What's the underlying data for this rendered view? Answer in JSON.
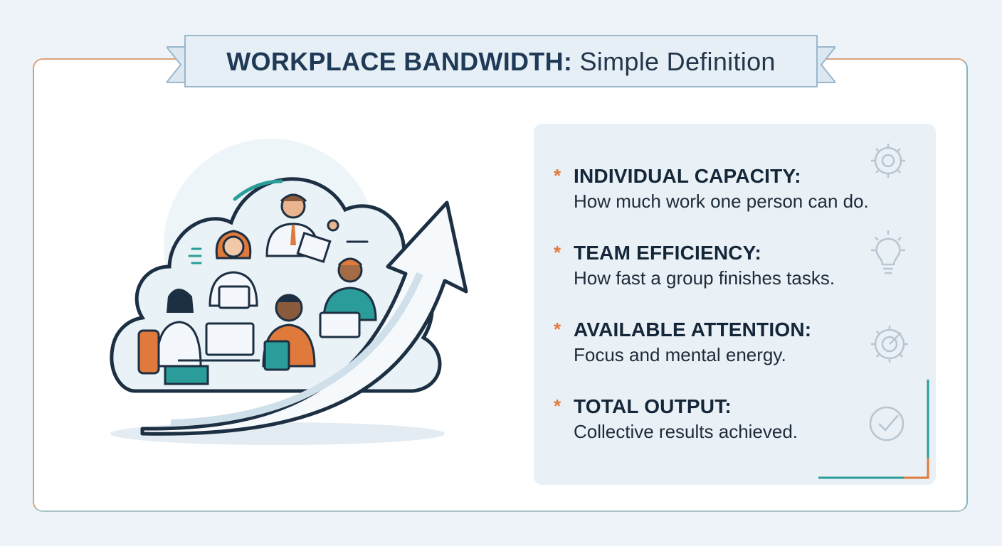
{
  "banner": {
    "title_bold": "WORKPLACE BANDWIDTH:",
    "title_rest": "Simple Definition"
  },
  "definitions": [
    {
      "title": "INDIVIDUAL CAPACITY:",
      "description": "How much work one person can do.",
      "icon": "gear-icon"
    },
    {
      "title": "TEAM EFFICIENCY:",
      "description": "How fast a group finishes tasks.",
      "icon": "lightbulb-icon"
    },
    {
      "title": "AVAILABLE ATTENTION:",
      "description": "Focus and mental energy.",
      "icon": "gear-target-icon"
    },
    {
      "title": "TOTAL OUTPUT:",
      "description": "Collective results achieved.",
      "icon": "checkmark-circle-icon"
    }
  ],
  "colors": {
    "navy": "#1f3a56",
    "orange": "#e07a3c",
    "teal": "#2a9d9a",
    "panel": "#e9f0f6"
  }
}
